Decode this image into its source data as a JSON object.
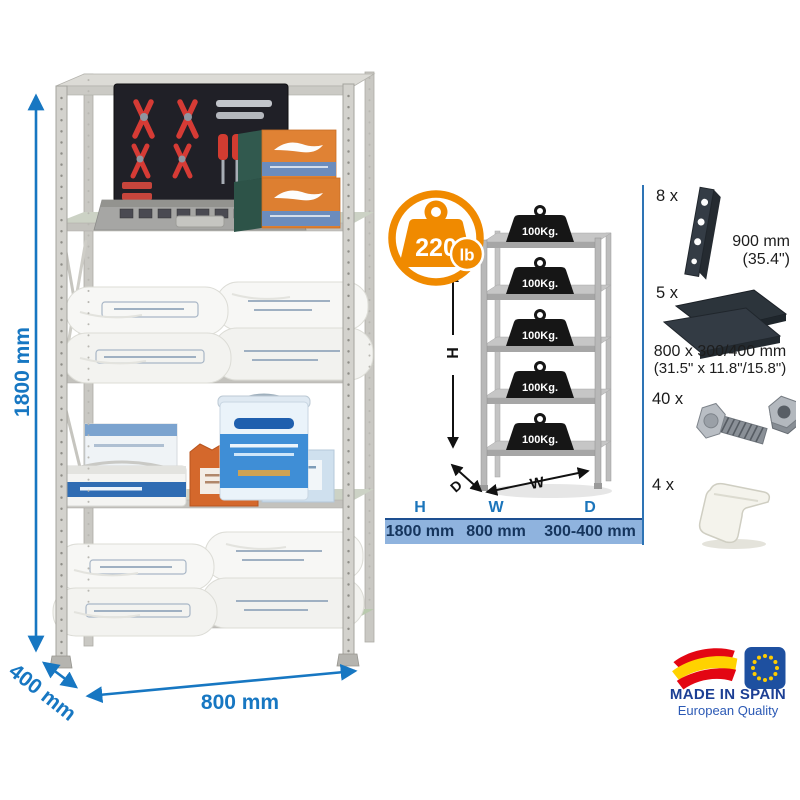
{
  "dimensions": {
    "height": "1800 mm",
    "depth": "400 mm",
    "width": "800 mm"
  },
  "badge": {
    "value": "220",
    "unit": "lb"
  },
  "diagram": {
    "load": "100Kg.",
    "h": "H",
    "w": "W",
    "d": "D"
  },
  "table": {
    "col_h": "H",
    "col_w": "W",
    "col_d": "D",
    "height": "1800 mm",
    "width": "800 mm",
    "depth": "300-400 mm"
  },
  "parts": [
    {
      "count": "8 x",
      "dim1": "900 mm",
      "dim2": "(35.4\")"
    },
    {
      "count": "5 x",
      "dim1": "800 x 300/400 mm",
      "dim2": "(31.5\" x 11.8\"/15.8\")"
    },
    {
      "count": "40 x"
    },
    {
      "count": "4 x"
    }
  ],
  "origin": {
    "title": "MADE IN SPAIN",
    "subtitle": "European Quality"
  },
  "icons": {
    "badge": "weight-capacity-icon",
    "flags": [
      "spain-flag-icon",
      "eu-flag-icon"
    ],
    "parts": [
      "corner-post-icon",
      "shelf-panel-icon",
      "bolt-nut-icon",
      "plastic-foot-icon"
    ]
  },
  "colors": {
    "dimension_blue": "#1777c2",
    "orange": "#f08a00",
    "band_blue": "#8fb3de",
    "band_border": "#1d4f91",
    "navy_text": "#16355d",
    "made_in_spain_blue": "#1c3f94",
    "eu_blue": "#1e50a0",
    "flag_red": "#e30613",
    "flag_yellow": "#ffd200"
  }
}
